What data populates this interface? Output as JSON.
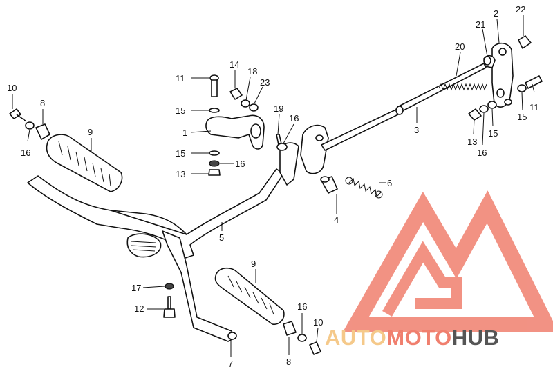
{
  "callouts": [
    {
      "id": "c22",
      "text": "22"
    },
    {
      "id": "c2",
      "text": "2"
    },
    {
      "id": "c21",
      "text": "21"
    },
    {
      "id": "c20",
      "text": "20"
    },
    {
      "id": "c11r",
      "text": "11"
    },
    {
      "id": "c15r",
      "text": "15"
    },
    {
      "id": "c15r2",
      "text": "15"
    },
    {
      "id": "c13r",
      "text": "13"
    },
    {
      "id": "c16r",
      "text": "16"
    },
    {
      "id": "c3",
      "text": "3"
    },
    {
      "id": "c6",
      "text": "6"
    },
    {
      "id": "c4",
      "text": "4"
    },
    {
      "id": "c10",
      "text": "10"
    },
    {
      "id": "c8",
      "text": "8"
    },
    {
      "id": "c16a",
      "text": "16"
    },
    {
      "id": "c9a",
      "text": "9"
    },
    {
      "id": "c11",
      "text": "11"
    },
    {
      "id": "c14",
      "text": "14"
    },
    {
      "id": "c18",
      "text": "18"
    },
    {
      "id": "c23",
      "text": "23"
    },
    {
      "id": "c15a",
      "text": "15"
    },
    {
      "id": "c1",
      "text": "1"
    },
    {
      "id": "c19",
      "text": "19"
    },
    {
      "id": "c16b",
      "text": "16"
    },
    {
      "id": "c15b",
      "text": "15"
    },
    {
      "id": "c16c",
      "text": "16"
    },
    {
      "id": "c13",
      "text": "13"
    },
    {
      "id": "c5",
      "text": "5"
    },
    {
      "id": "c9b",
      "text": "9"
    },
    {
      "id": "c17",
      "text": "17"
    },
    {
      "id": "c12",
      "text": "12"
    },
    {
      "id": "c7",
      "text": "7"
    },
    {
      "id": "c16d",
      "text": "16"
    },
    {
      "id": "c10b",
      "text": "10"
    },
    {
      "id": "c8b",
      "text": "8"
    }
  ],
  "watermark": {
    "text_part1": "AUTO",
    "text_part2": "MOTO",
    "text_part3": "HUB",
    "color_light": "#f5c98a",
    "color_red": "#f07f6e",
    "color_dark": "#555555"
  }
}
